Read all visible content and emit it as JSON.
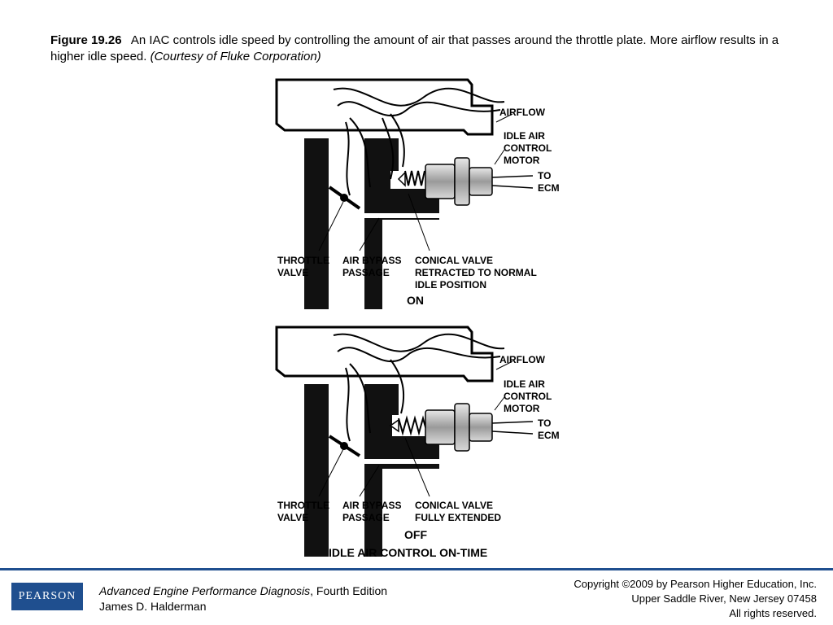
{
  "caption": {
    "figure_number": "Figure 19.26",
    "text": "An IAC controls idle speed by controlling the amount of air that passes around the throttle plate. More airflow results in a higher idle speed.",
    "courtesy": "(Courtesy of Fluke Corporation)"
  },
  "diagram": {
    "top": {
      "airflow": "AIRFLOW",
      "iac_motor": [
        "IDLE AIR",
        "CONTROL",
        "MOTOR"
      ],
      "to_ecm": [
        "TO",
        "ECM"
      ],
      "throttle_valve": [
        "THROTTLE",
        "VALVE"
      ],
      "air_bypass": [
        "AIR BYPASS",
        "PASSAGE"
      ],
      "conical_valve": [
        "CONICAL VALVE",
        "RETRACTED TO NORMAL",
        "IDLE POSITION"
      ],
      "state": "ON"
    },
    "bottom": {
      "airflow": "AIRFLOW",
      "iac_motor": [
        "IDLE AIR",
        "CONTROL",
        "MOTOR"
      ],
      "to_ecm": [
        "TO",
        "ECM"
      ],
      "throttle_valve": [
        "THROTTLE",
        "VALVE"
      ],
      "air_bypass": [
        "AIR BYPASS",
        "PASSAGE"
      ],
      "conical_valve": [
        "CONICAL VALVE",
        "FULLY EXTENDED"
      ],
      "state": "OFF"
    },
    "title": "IDLE AIR CONTROL ON-TIME"
  },
  "footer": {
    "logo": "PEARSON",
    "book_title": "Advanced Engine Performance Diagnosis",
    "edition": ", Fourth Edition",
    "author": "James D. Halderman",
    "copyright": [
      "Copyright ©2009 by Pearson Higher Education, Inc.",
      "Upper Saddle River, New Jersey 07458",
      "All rights reserved."
    ]
  },
  "colors": {
    "footer_accent": "#1f4f8f"
  }
}
